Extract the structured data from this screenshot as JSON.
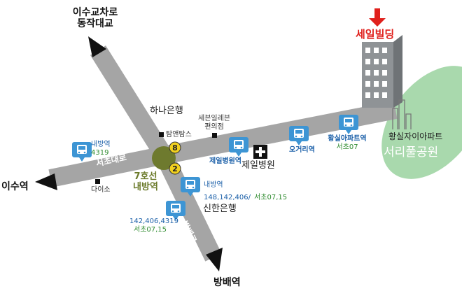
{
  "destinations": {
    "north_line1": "이수교차로",
    "north_line2": "동작대교",
    "west": "이수역",
    "south": "방배역"
  },
  "roads": {
    "west": "서초대로",
    "south": "방배로"
  },
  "station": {
    "line1": "7호선",
    "line2": "내방역",
    "exit_top": "8",
    "exit_bottom": "2"
  },
  "landmarks": {
    "hana_bank": "하나은행",
    "tanglans": "탐앤탐스",
    "seven_eleven_line1": "세븐일레븐",
    "seven_eleven_line2": "편의점",
    "daiso": "다이소",
    "jeil_hospital": "제일병원",
    "shinhan_bank": "신한은행",
    "target": "세일빌딩",
    "apartment": "황실자이아파트",
    "park": "서리풀공원"
  },
  "bus_stops": {
    "naebang_west": {
      "name": "내방역",
      "routes": "4319"
    },
    "jeil_hospital_stop": {
      "name": "제일병원역"
    },
    "ogeori": {
      "name": "오거리역"
    },
    "hwangsil": {
      "name": "황실아파트역",
      "routes": "서초07"
    },
    "naebang_south1": {
      "name": "내방역",
      "routes_blue": "148,142,406/",
      "routes_green": "서초07,15"
    },
    "naebang_south2": {
      "routes_blue": "142,406,4319",
      "routes_green": "서초07,15"
    }
  },
  "colors": {
    "road": "#a5a5a5",
    "park": "#a9d9ad",
    "station_circle": "#6e7a2e",
    "exit_badge": "#f2d11e",
    "bus_icon": "#3d95d4",
    "target_arrow": "#e0201c",
    "building": "#8f9396"
  },
  "icons": [
    "bus-icon",
    "hospital-cross-icon",
    "convenience-marker-icon",
    "arrow-icon",
    "building-icon"
  ]
}
